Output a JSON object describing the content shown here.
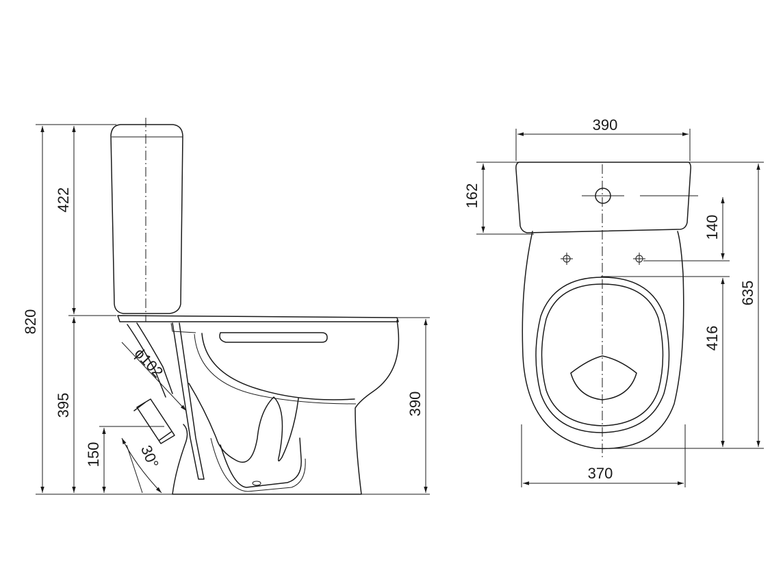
{
  "side_view": {
    "dimensions": {
      "total_height": "820",
      "tank_height": "422",
      "seat_height": "395",
      "bowl_height": "390",
      "outlet_height": "150",
      "outlet_diameter": "ϕ102",
      "outlet_angle": "30°"
    }
  },
  "top_view": {
    "dimensions": {
      "tank_width": "390",
      "tank_depth": "162",
      "fixing_offset": "140",
      "total_depth": "635",
      "bowl_length": "416",
      "bowl_width": "370"
    }
  }
}
